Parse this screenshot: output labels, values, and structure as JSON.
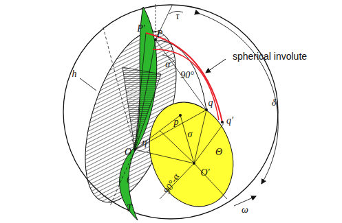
{
  "diagram": {
    "labels": [
      "spherical involute",
      "τ",
      "P'",
      "P",
      "α",
      "90°",
      "δ",
      "q",
      "q'",
      "p",
      "σ",
      "Θ",
      "O'",
      "90°-α",
      "h",
      "O",
      "η",
      "t",
      "T",
      "ω"
    ]
  }
}
